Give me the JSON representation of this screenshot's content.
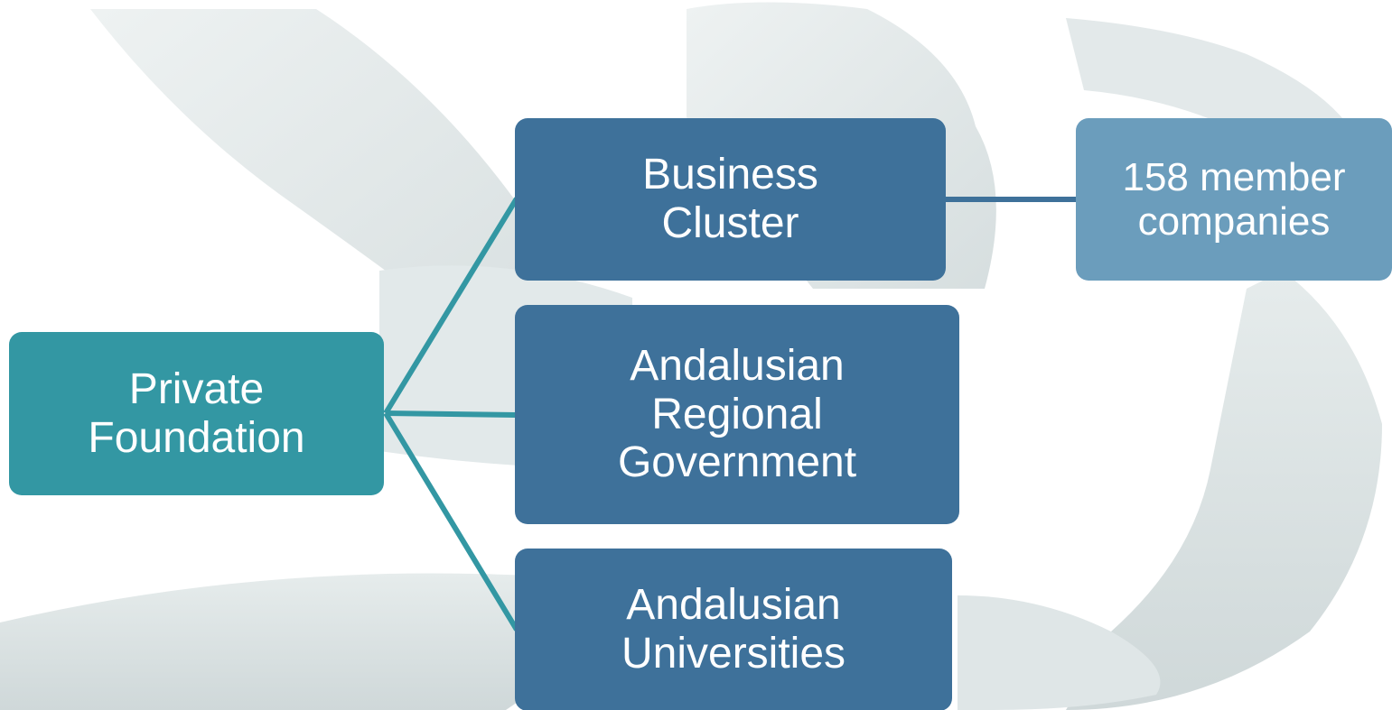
{
  "diagram": {
    "root": {
      "label": "Private\nFoundation",
      "color": "#3397a3"
    },
    "members": [
      {
        "label": "Business\nCluster",
        "color": "#3e719a"
      },
      {
        "label": "Andalusian\nRegional\nGovernment",
        "color": "#3e719a"
      },
      {
        "label": "Andalusian\nUniversities",
        "color": "#3e719a"
      }
    ],
    "detail": {
      "label": "158 member\ncompanies",
      "color": "#6b9dbc"
    },
    "connector_colors": {
      "root_to_members": "#3397a3",
      "cluster_to_detail": "#3e719a"
    },
    "background": {
      "description_icon": "joined-hands-photo",
      "tint": "#d9e0e1"
    }
  }
}
